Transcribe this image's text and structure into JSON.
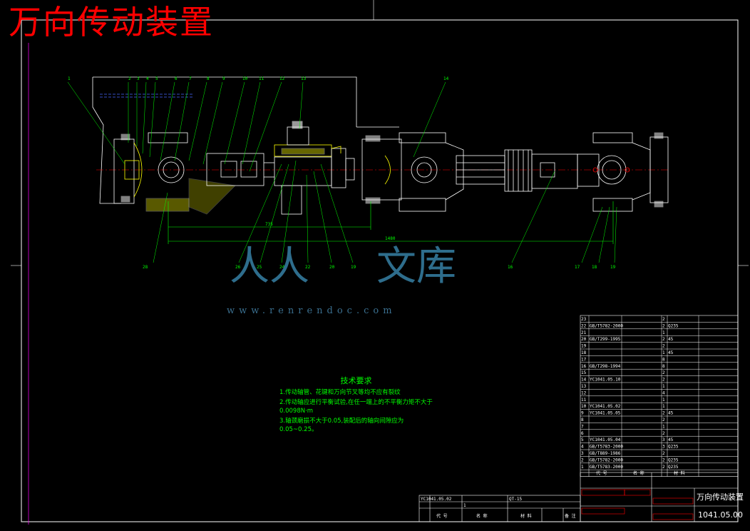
{
  "title": "万向传动装置",
  "technical_requirements": {
    "heading": "技术要求",
    "items": [
      "1.传动轴管、花键和万向节叉等均不应有裂纹",
      "2.传动轴应进行平衡试验,在任一端上的不平衡力矩不大于0.0098N·m",
      "3.轴颈磨损不大于0.05,装配后的轴向间隙应为0.05~0.25。"
    ]
  },
  "watermark": {
    "logo_left": "人人",
    "logo_right": "文库",
    "url": "www.renrendoc.com"
  },
  "dimensions": [
    "735",
    "1480"
  ],
  "callouts_top": [
    "1",
    "2",
    "3",
    "4",
    "5",
    "6",
    "7",
    "8",
    "9",
    "10",
    "11",
    "12",
    "13",
    "14"
  ],
  "callouts_bottom": [
    "28",
    "26",
    "25",
    "24",
    "22",
    "20",
    "19",
    "16",
    "17",
    "18",
    "19"
  ],
  "parts_list": [
    {
      "no": "23",
      "code": "",
      "name": "",
      "qty": "2",
      "material": "",
      "note": ""
    },
    {
      "no": "22",
      "code": "GB/T5782-2000",
      "name": "",
      "qty": "2",
      "material": "Q235",
      "note": ""
    },
    {
      "no": "21",
      "code": "",
      "name": "",
      "qty": "1",
      "material": "",
      "note": ""
    },
    {
      "no": "20",
      "code": "GB/T299-1995",
      "name": "",
      "qty": "2",
      "material": "45",
      "note": ""
    },
    {
      "no": "19",
      "code": "",
      "name": "",
      "qty": "2",
      "material": "",
      "note": ""
    },
    {
      "no": "18",
      "code": "",
      "name": "",
      "qty": "1",
      "material": "45",
      "note": ""
    },
    {
      "no": "17",
      "code": "",
      "name": "",
      "qty": "8",
      "material": "",
      "note": ""
    },
    {
      "no": "16",
      "code": "GB/T298-1994",
      "name": "",
      "qty": "8",
      "material": "",
      "note": ""
    },
    {
      "no": "15",
      "code": "",
      "name": "",
      "qty": "2",
      "material": "",
      "note": ""
    },
    {
      "no": "14",
      "code": "YC1041.05.10",
      "name": "",
      "qty": "2",
      "material": "",
      "note": ""
    },
    {
      "no": "13",
      "code": "",
      "name": "",
      "qty": "1",
      "material": "",
      "note": ""
    },
    {
      "no": "12",
      "code": "",
      "name": "",
      "qty": "4",
      "material": "",
      "note": ""
    },
    {
      "no": "11",
      "code": "",
      "name": "",
      "qty": "1",
      "material": "",
      "note": ""
    },
    {
      "no": "10",
      "code": "YC1041.05.02",
      "name": "",
      "qty": "1",
      "material": "",
      "note": ""
    },
    {
      "no": "9",
      "code": "YC1041.05.05",
      "name": "",
      "qty": "2",
      "material": "45",
      "note": ""
    },
    {
      "no": "8",
      "code": "",
      "name": "",
      "qty": "2",
      "material": "",
      "note": ""
    },
    {
      "no": "7",
      "code": "",
      "name": "",
      "qty": "1",
      "material": "",
      "note": ""
    },
    {
      "no": "6",
      "code": "",
      "name": "",
      "qty": "2",
      "material": "",
      "note": ""
    },
    {
      "no": "5",
      "code": "YC1041.05.04",
      "name": "",
      "qty": "3",
      "material": "45",
      "note": ""
    },
    {
      "no": "4",
      "code": "GB/T5783-2000",
      "name": "",
      "qty": "3",
      "material": "Q235",
      "note": ""
    },
    {
      "no": "3",
      "code": "GB/T889-1986",
      "name": "",
      "qty": "2",
      "material": "",
      "note": ""
    },
    {
      "no": "2",
      "code": "GB/T5782-2000",
      "name": "",
      "qty": "2",
      "material": "Q235",
      "note": ""
    },
    {
      "no": "1",
      "code": "GB/T5783-2000",
      "name": "",
      "qty": "2",
      "material": "Q235",
      "note": ""
    }
  ],
  "parts_header": {
    "code": "代 号",
    "name": "名 称",
    "material": "材 料"
  },
  "lower_table": {
    "row_code": "YC1041.05.02",
    "row_qty": "1",
    "row_material": "QT-15",
    "header_code": "代 号",
    "header_name": "名 称",
    "header_material": "材 料",
    "header_note": "备 注"
  },
  "title_block": {
    "name": "万向传动装置",
    "drawing_no": "1041.05.00"
  }
}
